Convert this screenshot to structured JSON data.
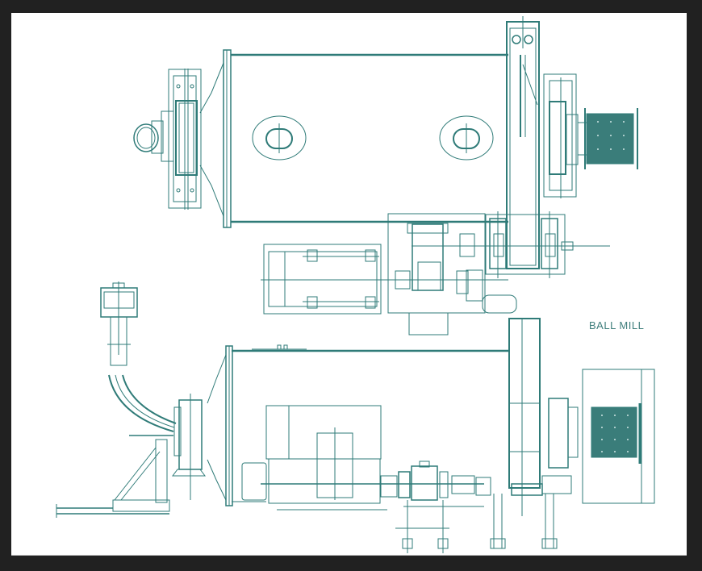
{
  "drawing": {
    "title": "BALL MILL",
    "colors": {
      "background": "#212121",
      "sheet": "#ffffff",
      "line": "#2f7b78",
      "fill": "#3a7d7a"
    },
    "views": [
      {
        "name": "plan-view",
        "position": "top"
      },
      {
        "name": "elevation-view",
        "position": "bottom"
      }
    ],
    "components": [
      "mill-shell",
      "feed-trunnion-bearing",
      "discharge-trunnion-bearing",
      "girth-gear",
      "pinion-shaft-bearings",
      "main-reducer",
      "main-motor",
      "auxiliary-drive",
      "trommel-screen",
      "feed-chute",
      "feed-hopper",
      "manholes",
      "support-frame",
      "foundation-bolts"
    ]
  }
}
